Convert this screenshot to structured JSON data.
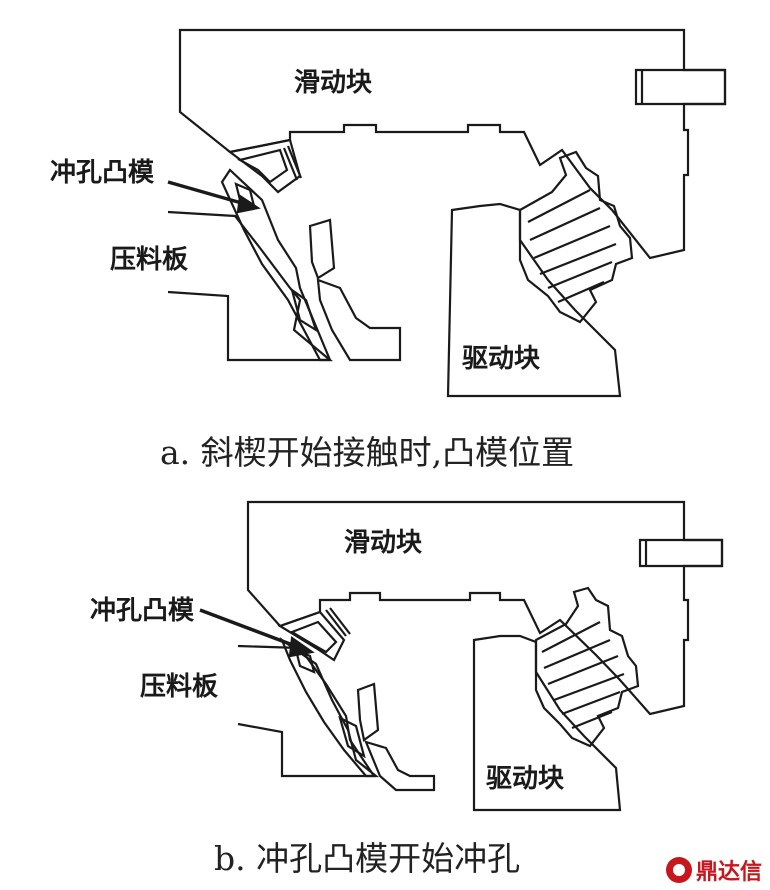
{
  "figure_a": {
    "labels": {
      "slide_block": "滑动块",
      "punch": "冲孔凸模",
      "pressure_plate": "压料板",
      "drive_block": "驱动块"
    },
    "caption": "a. 斜楔开始接触时,凸模位置"
  },
  "figure_b": {
    "labels": {
      "slide_block": "滑动块",
      "punch": "冲孔凸模",
      "pressure_plate": "压料板",
      "drive_block": "驱动块"
    },
    "caption": "b. 冲孔凸模开始冲孔"
  },
  "watermark": {
    "text": "鼎达信",
    "icon": "circle-logo-icon",
    "color": "#c8161d"
  },
  "colors": {
    "line": "#1a1a1a",
    "background": "#ffffff"
  }
}
